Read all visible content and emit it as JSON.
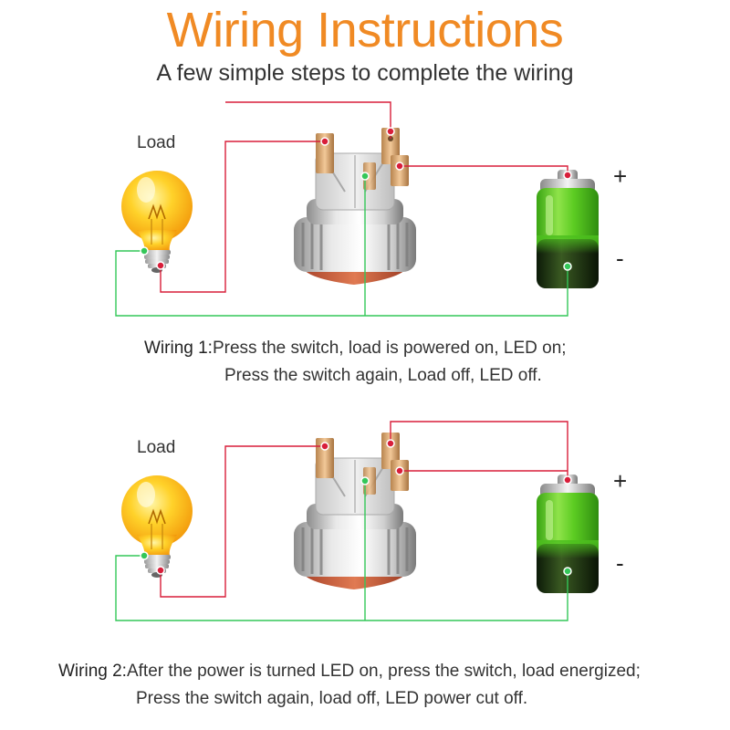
{
  "header": {
    "title": "Wiring Instructions",
    "subtitle": "A few simple steps to complete the wiring"
  },
  "colors": {
    "title": "#f08a24",
    "wire_red": "#d81e3a",
    "wire_green": "#34c759",
    "battery_green": "#4cc21f",
    "bulb_yellow": "#ffc61a"
  },
  "icons": [
    "light-bulb-icon",
    "push-button-switch-icon",
    "battery-icon"
  ],
  "diagrams": [
    {
      "load_label": "Load",
      "plus_label": "+",
      "minus_label": "-",
      "caption_label": "Wiring  1:",
      "caption_line1": "Press the switch, load is powered on, LED on;",
      "caption_line2": "Press the switch again, Load off, LED off."
    },
    {
      "load_label": "Load",
      "plus_label": "+",
      "minus_label": "-",
      "caption_label": "Wiring  2:",
      "caption_line1": "After the power is turned  LED  on, press the switch, load energized;",
      "caption_line2": "Press the switch again,  load off, LED power cut off."
    }
  ]
}
